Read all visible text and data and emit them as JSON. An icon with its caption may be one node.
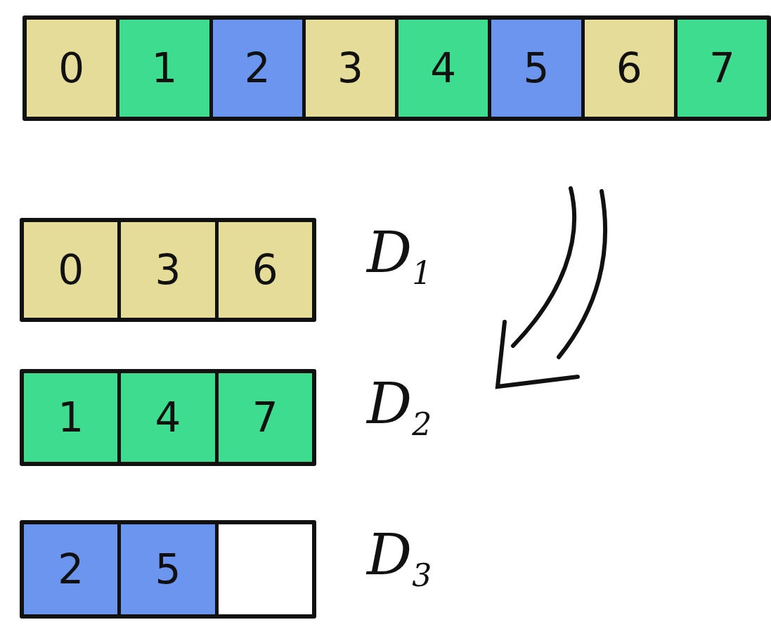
{
  "diagram": {
    "nodes": [
      {
        "text": [],
        "shape": "bar"
      },
      {
        "text": [
          "0"
        ],
        "in": 0
      },
      {
        "text": [
          "1"
        ],
        "in": 0
      },
      {
        "text": [
          "2"
        ],
        "in": 0
      },
      {
        "text": [
          "3"
        ],
        "in": 0
      },
      {
        "text": [
          "4"
        ],
        "in": 0
      },
      {
        "text": [
          "5"
        ],
        "in": 0
      },
      {
        "text": [
          "6"
        ],
        "in": 0
      },
      {
        "text": [
          "7"
        ],
        "in": 0
      },
      {
        "text": [],
        "shape": "bar",
        "beside": [
          "D$_{1}$"
        ]
      },
      {
        "text": [
          "0"
        ],
        "in": 9
      },
      {
        "text": [
          "3"
        ],
        "in": 9
      },
      {
        "text": [
          "6"
        ],
        "in": 9
      },
      {
        "text": [],
        "shape": "bar",
        "beside": [
          "D$_{2}$"
        ]
      },
      {
        "text": [
          "1"
        ],
        "in": 13
      },
      {
        "text": [
          "4"
        ],
        "in": 13
      },
      {
        "text": [
          "7"
        ],
        "in": 13
      },
      {
        "text": [],
        "shape": "bar",
        "beside": [
          "D$_{3}$"
        ]
      },
      {
        "text": [
          "2"
        ],
        "in": 17
      },
      {
        "text": [
          "5"
        ],
        "in": 17
      },
      {
        "text": [],
        "shape": "box",
        "in": 17
      }
    ]
  }
}
